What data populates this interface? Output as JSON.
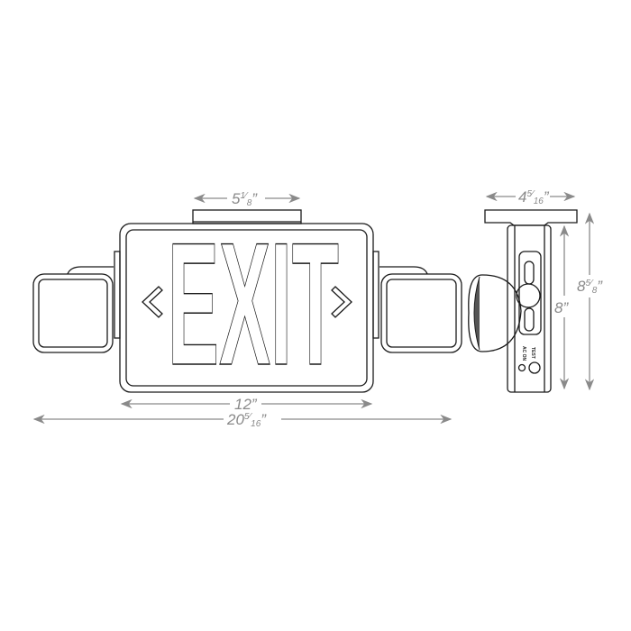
{
  "dimensions": {
    "canopy_width": {
      "whole": "5",
      "num": "1",
      "den": "8",
      "unit": "”"
    },
    "housing_width": {
      "whole": "12",
      "unit": "”"
    },
    "overall_width": {
      "whole": "20",
      "num": "5",
      "den": "16",
      "unit": "”"
    },
    "depth": {
      "whole": "4",
      "num": "5",
      "den": "16",
      "unit": "”"
    },
    "housing_height": {
      "whole": "8",
      "unit": "”"
    },
    "overall_height": {
      "whole": "8",
      "num": "5",
      "den": "8",
      "unit": "”"
    }
  },
  "sign": {
    "text": "EXIT"
  },
  "side_panel": {
    "indicator_label": "AC ON",
    "button_label": "TEST"
  },
  "colors": {
    "line": "#1a1a1a",
    "dimension": "#8a8a8a"
  }
}
